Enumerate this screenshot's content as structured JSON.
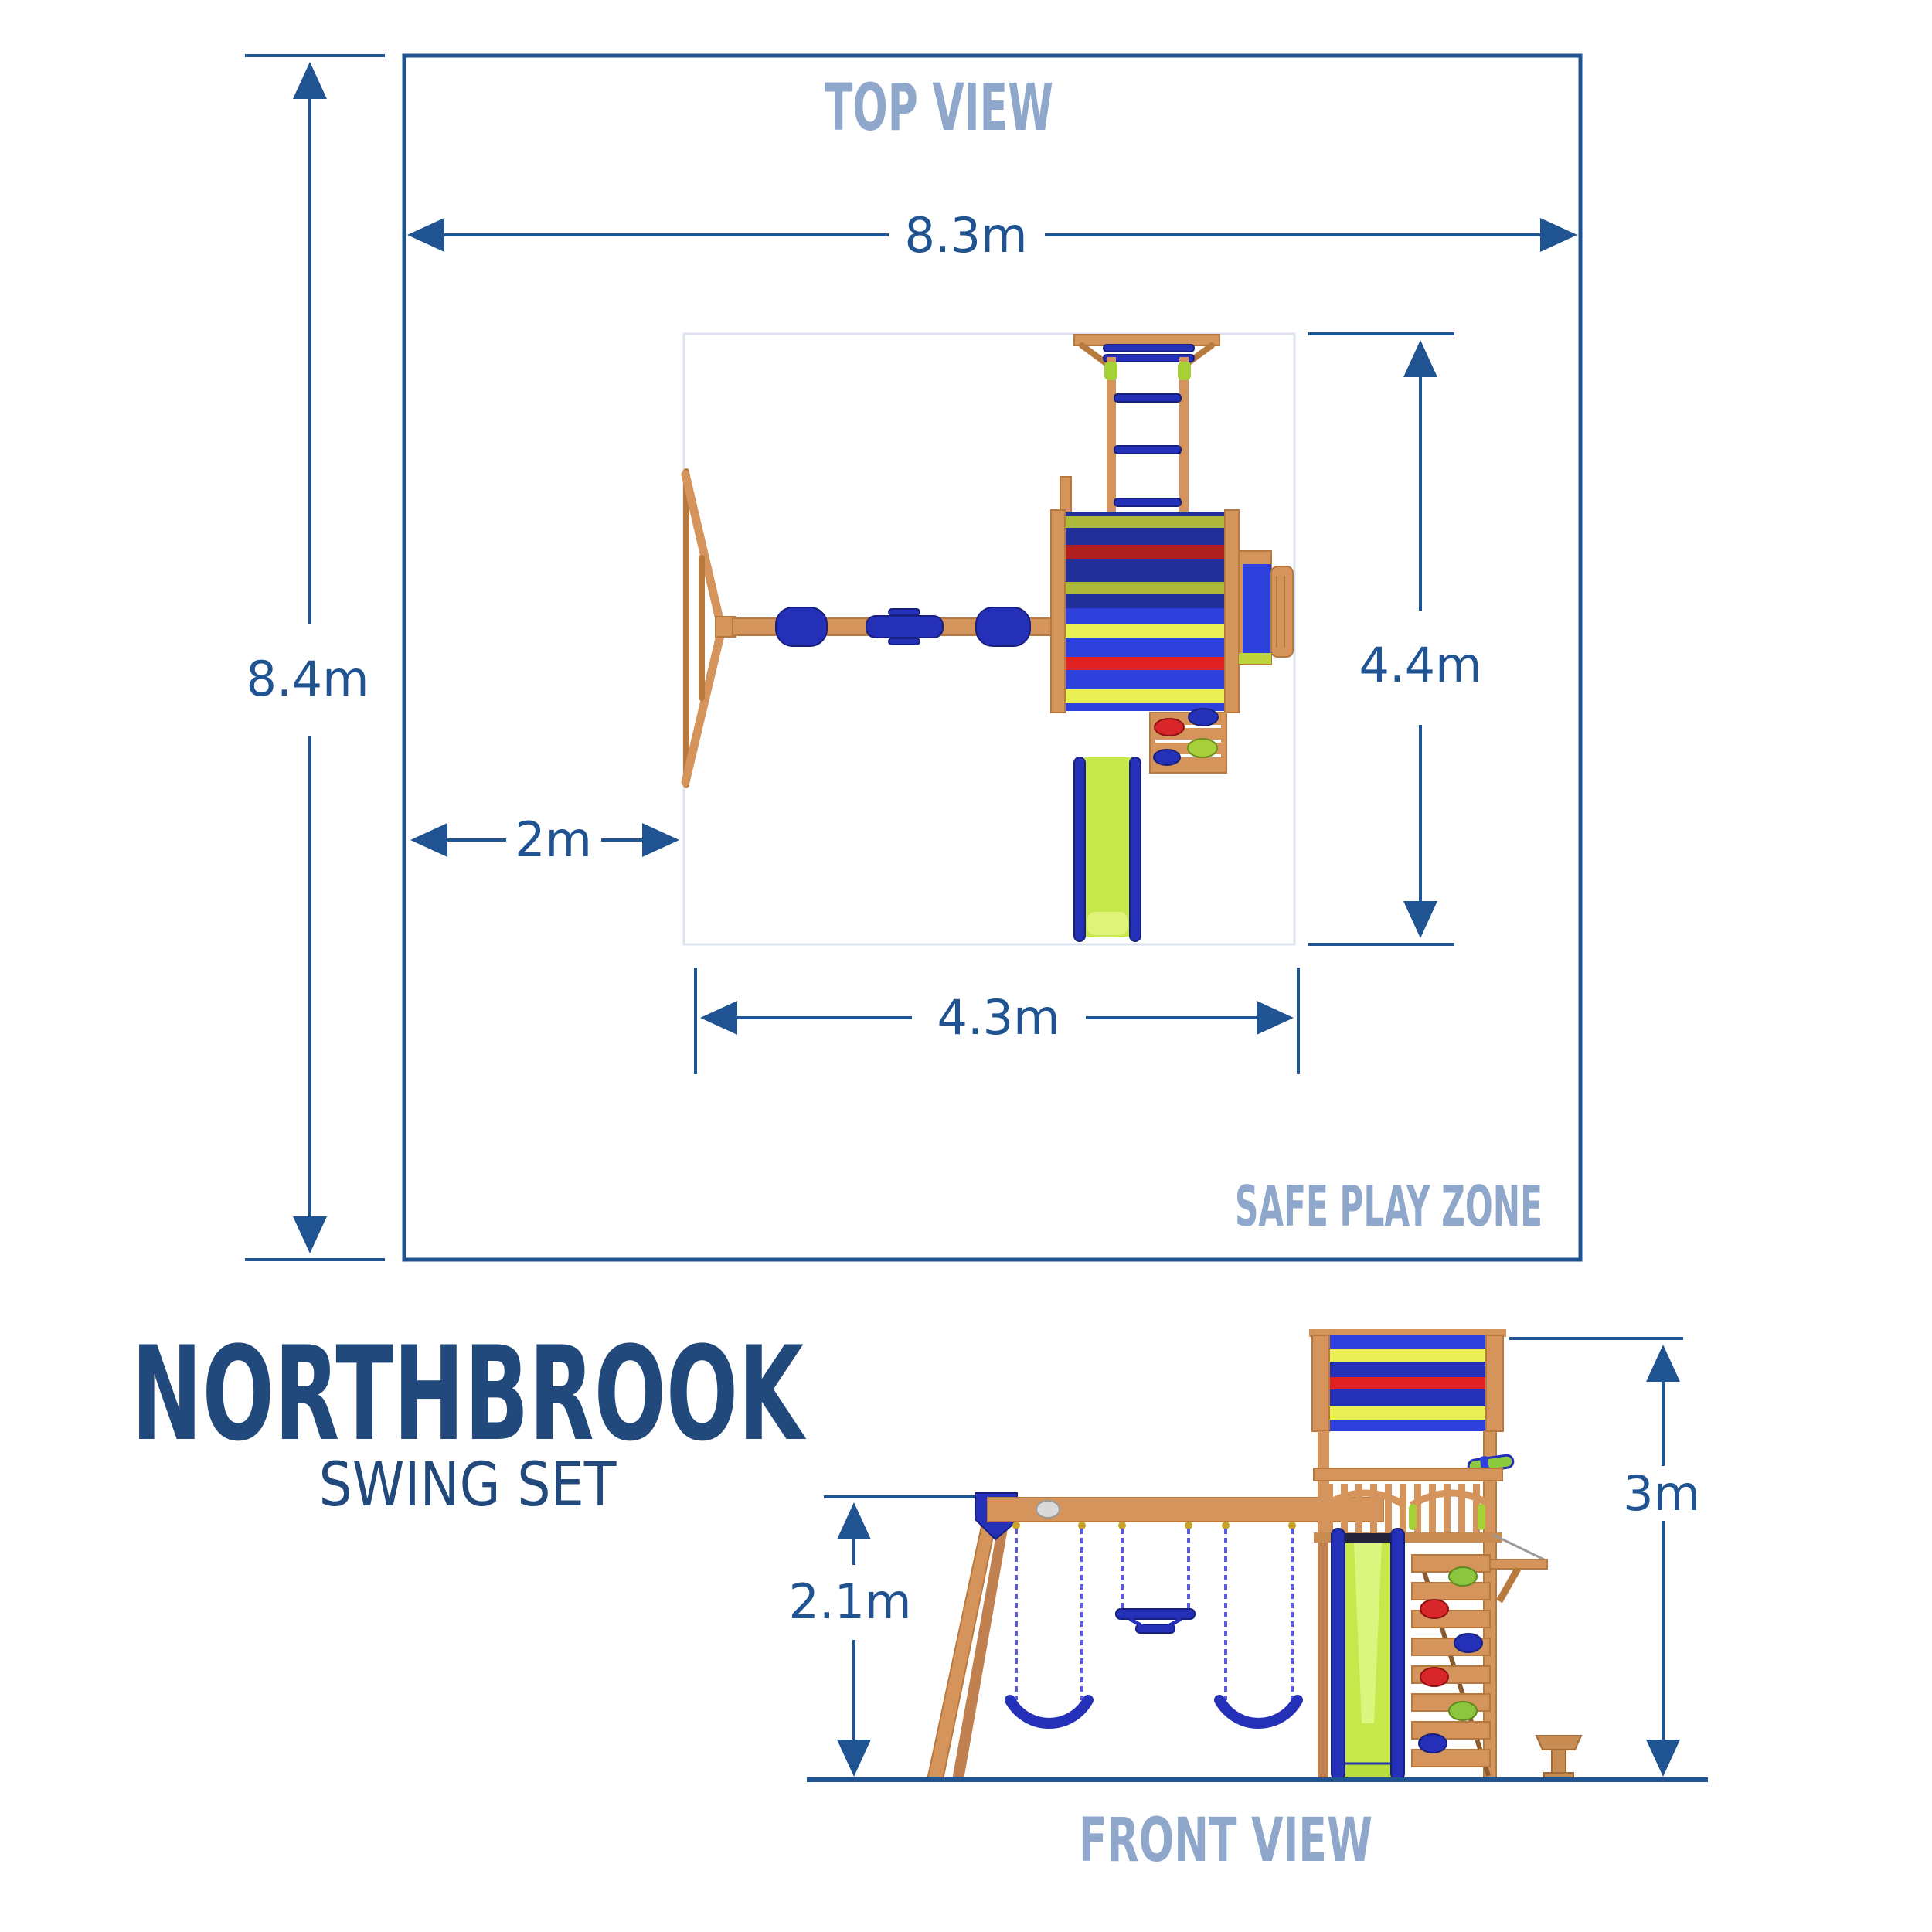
{
  "product": {
    "name": "NORTHBROOK",
    "category": "SWING SET"
  },
  "top_view": {
    "label": "TOP VIEW",
    "zone_label": "SAFE PLAY ZONE",
    "dims": {
      "zone_width": "8.3m",
      "zone_depth": "8.4m",
      "unit_width": "4.3m",
      "unit_depth": "4.4m",
      "front_clearance": "2m"
    }
  },
  "front_view": {
    "label": "FRONT VIEW",
    "dims": {
      "beam_height": "2.1m",
      "overall_height": "3m"
    }
  },
  "colors": {
    "dimension": "#1f5391",
    "label_light": "#8fa7cb",
    "title": "#21497c",
    "wood": "#d5945c",
    "wood_dark": "#b8793f",
    "plastic_blue": "#2f41dc",
    "plastic_navy": "#2430b8",
    "canopy_navy": "#232f99",
    "red": "#e02222",
    "dark_red": "#b01f1f",
    "yellow": "#e9ef55",
    "olive": "#aeb83b",
    "lime": "#c6e84a",
    "chain": "#5a5ad8"
  }
}
